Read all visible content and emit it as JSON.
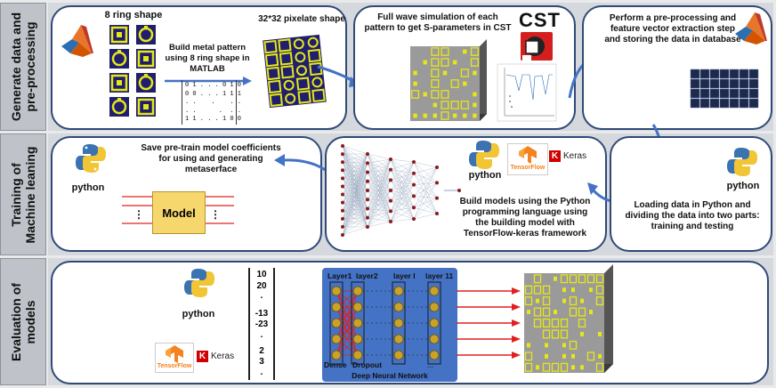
{
  "sidebar": {
    "row1": "Generate data and\npre-processing",
    "row2": "Training of\nMachine leaning",
    "row3": "Evaluation of\nmodels"
  },
  "row1": {
    "box1": {
      "ring_title": "8 ring shape",
      "pixel_title": "32*32 pixelate shape",
      "build_text": "Build metal pattern using 8 ring shape in MATLAB",
      "matrix_rows": [
        "0 1 . . . 0 1 0",
        "0 0 . . . 1 1 1",
        ". .    .    . .",
        ". .      .  . .",
        "1 1 . . . 1 0 0"
      ]
    },
    "box2": {
      "title": "Full wave simulation of each pattern to get S-parameters in CST",
      "logo": "CST"
    },
    "box3": {
      "title": "Perform a pre-processing and feature vector extraction step and storing the data in database"
    }
  },
  "row2": {
    "box1": {
      "python": "python",
      "text": "Save pre-train model coefficients for using and generating metaserface",
      "model": "Model",
      "dots": "⋮"
    },
    "box2": {
      "python": "python",
      "tensorflow": "TensorFlow",
      "keras": "Keras",
      "k": "K",
      "text": "Build models using the Python programming language using the building model with TensorFlow-keras framework"
    },
    "box3": {
      "python": "python",
      "text": "Loading data in Python and dividing the data into two parts: training and testing"
    }
  },
  "row3": {
    "python": "python",
    "tensorflow": "TensorFlow",
    "keras": "Keras",
    "k": "K",
    "vector": [
      "10",
      "20",
      ".",
      "-13",
      "-23",
      ".",
      "2",
      "3",
      "."
    ],
    "dnn": {
      "layers": [
        "Layer1",
        "layer2",
        "layer l",
        "layer 11"
      ],
      "dense": "Dense",
      "dropout": "Dropout",
      "caption": "Deep Neural Network",
      "ellipsis": "..."
    }
  },
  "colors": {
    "border": "#2f4a78",
    "arrow": "#4472c4",
    "dnn_bg": "#4472c4",
    "node": "#c9a227",
    "red": "#e02020",
    "pattern_yellow": "#e6e619",
    "pattern_navy": "#1f1f6e",
    "model_fill": "#f5d76e"
  }
}
